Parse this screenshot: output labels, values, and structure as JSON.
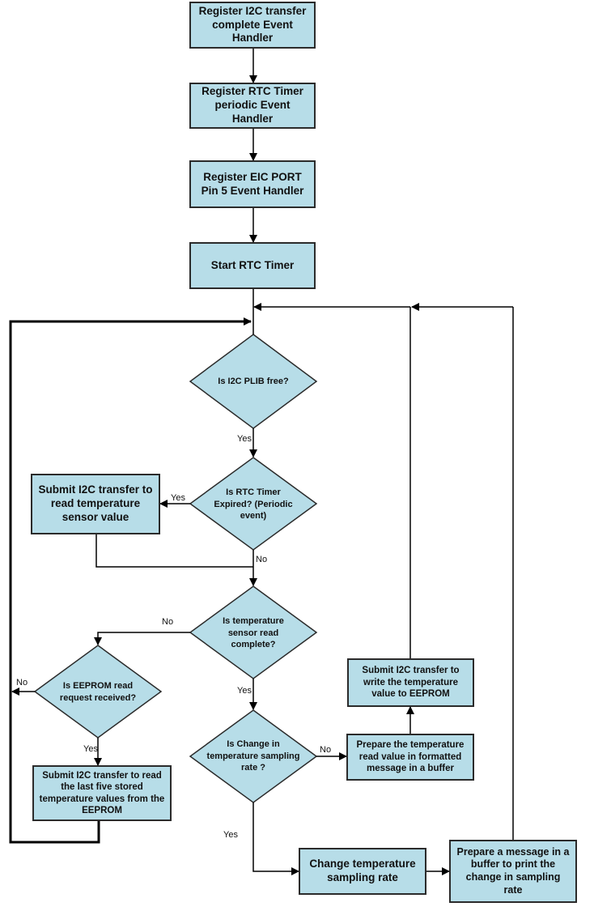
{
  "nodes": {
    "reg_i2c": "Register I2C transfer complete Event Handler",
    "reg_rtc": "Register RTC Timer periodic Event Handler",
    "reg_eic": "Register EIC PORT Pin 5 Event Handler",
    "start_rtc": "Start RTC Timer",
    "is_i2c_free": "Is I2C PLIB free?",
    "is_rtc_expired": "Is RTC Timer Expired? (Periodic event)",
    "submit_read_sensor": "Submit I2C transfer to read temperature sensor value",
    "is_sensor_read_complete": "Is temperature sensor read complete?",
    "is_eeprom_read": "Is EEPROM read request received?",
    "submit_read_eeprom": "Submit I2C transfer to read the last five stored temperature values from the EEPROM",
    "is_change_rate": "Is Change in temperature sampling rate ?",
    "prepare_formatted": "Prepare the temperature read value in formatted message in a buffer",
    "submit_write_eeprom": "Submit I2C transfer to write the temperature value to EEPROM",
    "change_rate": "Change temperature sampling rate",
    "prepare_message": "Prepare a message in a buffer to print the change in sampling rate"
  },
  "edge_labels": {
    "yes_i2c_free": "Yes",
    "yes_rtc_expired": "Yes",
    "no_rtc_expired": "No",
    "no_sensor_complete": "No",
    "yes_sensor_complete": "Yes",
    "no_eeprom_read": "No",
    "yes_eeprom_read": "Yes",
    "no_change_rate": "No",
    "yes_change_rate": "Yes"
  },
  "colors": {
    "node_fill": "#b7dde8",
    "node_border": "#2b2b2b",
    "line": "#000000"
  }
}
